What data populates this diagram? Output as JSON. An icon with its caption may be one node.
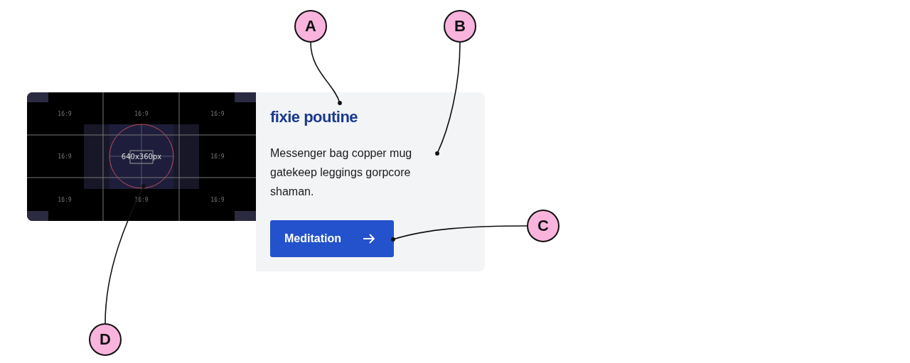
{
  "diagram": {
    "nodes": [
      {
        "text": [
          "A"
        ]
      },
      {
        "text": [
          "B"
        ]
      },
      {
        "text": [
          "C"
        ]
      },
      {
        "text": [
          "D"
        ]
      },
      {
        "text": [],
        "shape": "box"
      },
      {
        "text": [
          "16:9",
          "16:9",
          "16:9",
          "16:9",
          "640x360px",
          "16:9",
          "16:9",
          "16:9",
          "16:9"
        ],
        "in": 4
      },
      {
        "text": [
          "fixie poutine"
        ],
        "in": 4
      },
      {
        "text": [
          "Messenger bag copper mug gatekeep leggings gorpcore shaman."
        ],
        "in": 4
      },
      {
        "text": [
          "Meditation"
        ],
        "in": 4
      }
    ],
    "edges": [
      {
        "from": 0,
        "to": 6,
        "arrow": "other"
      },
      {
        "from": 1,
        "to": 7,
        "arrow": "other"
      },
      {
        "from": 2,
        "to": 8,
        "arrow": "other"
      },
      {
        "from": 3,
        "to": 5,
        "arrow": "other"
      }
    ]
  }
}
